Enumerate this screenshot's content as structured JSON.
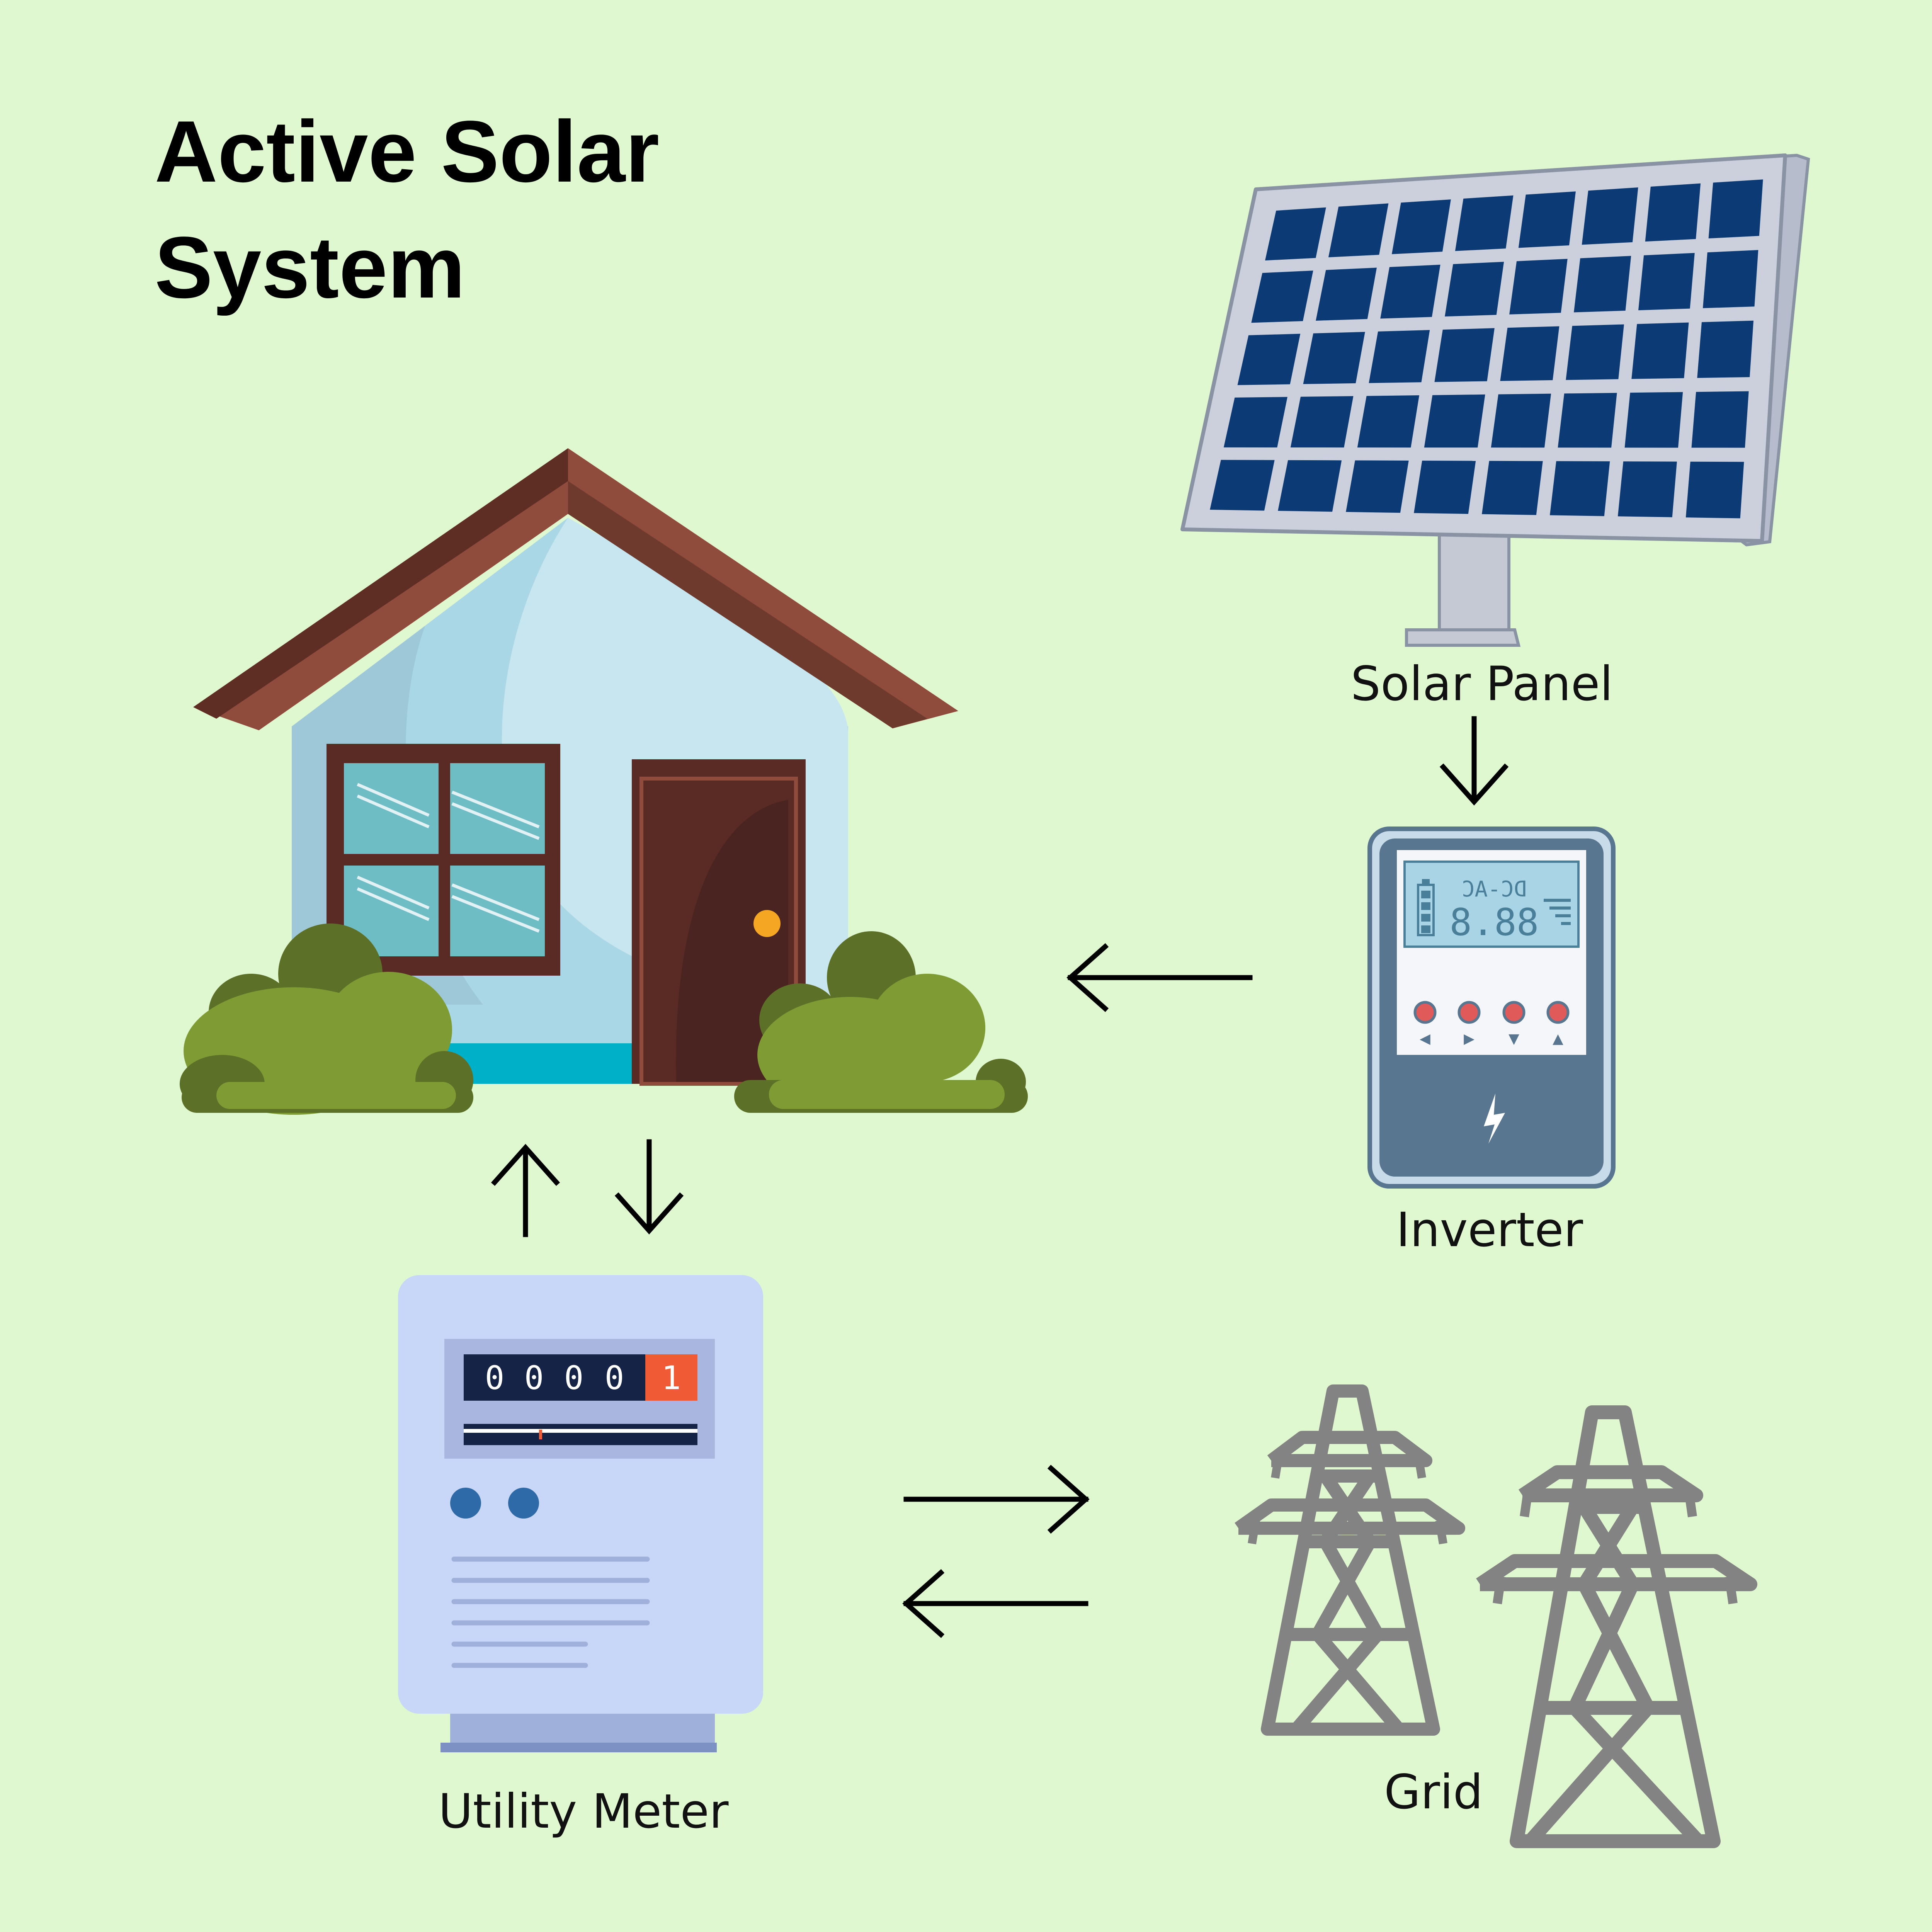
{
  "title": {
    "line1": "Active Solar",
    "line2": "System"
  },
  "components": {
    "solar_panel": {
      "label": "Solar Panel"
    },
    "inverter": {
      "label": "Inverter",
      "display_mode": "DC-AC",
      "display_value": "8.88",
      "buttons": [
        "◀",
        "▶",
        "▼",
        "▲"
      ]
    },
    "utility_meter": {
      "label": "Utility Meter",
      "digits": [
        "0",
        "0",
        "0",
        "0",
        "1"
      ]
    },
    "grid": {
      "label": "Grid"
    }
  },
  "flows": [
    {
      "from": "Solar Panel",
      "to": "Inverter"
    },
    {
      "from": "Inverter",
      "to": "House"
    },
    {
      "from": "Utility Meter",
      "to": "House"
    },
    {
      "from": "House",
      "to": "Utility Meter"
    },
    {
      "from": "Utility Meter",
      "to": "Grid"
    },
    {
      "from": "Grid",
      "to": "Utility Meter"
    }
  ],
  "colors": {
    "background": "#dff8d0",
    "panel_cell": "#0c3a74",
    "panel_frame": "#c9ced8",
    "roof": "#8f4b3c",
    "wall": "#a9d7e6",
    "door": "#5a2b24",
    "bush": "#7e9b34",
    "inverter_body": "#58768f",
    "inverter_screen": "#a9d4e6",
    "meter_body": "#c8d6f7",
    "meter_highlight_digit": "#f05a35",
    "tower": "#838383"
  }
}
